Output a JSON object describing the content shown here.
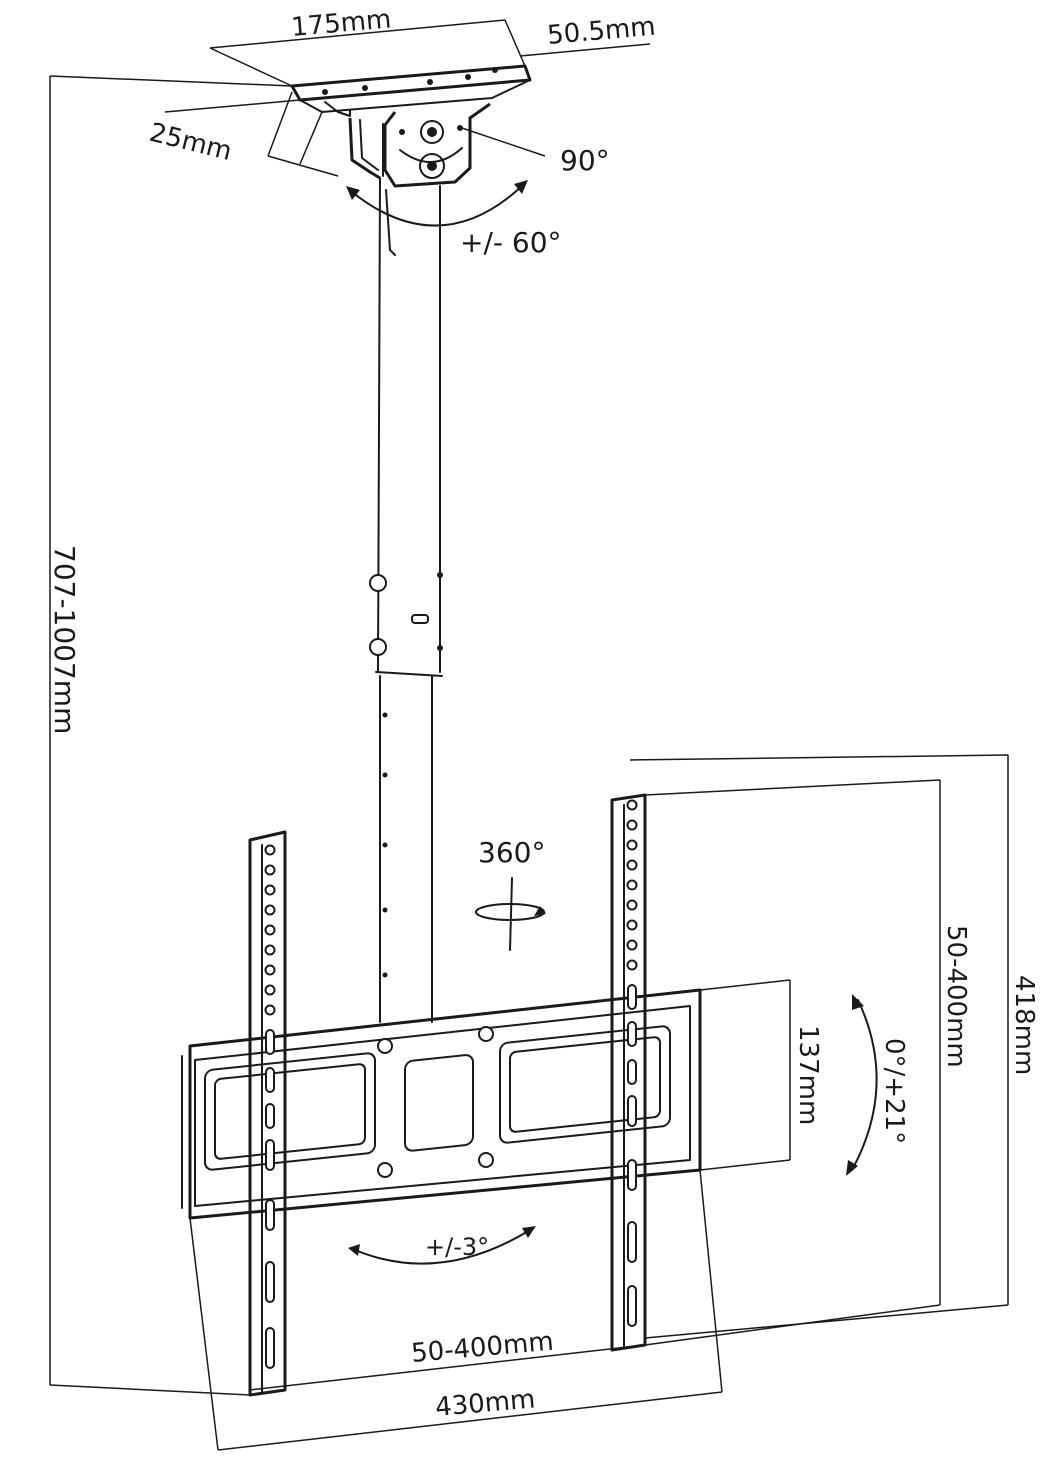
{
  "dimensions": {
    "ceiling_plate_width": "175mm",
    "ceiling_plate_depth": "50.5mm",
    "ceiling_plate_thickness": "25mm",
    "head_rotation": "90°",
    "head_swivel": "+/- 60°",
    "pole_height": "707-1007mm",
    "pole_rotation": "360°",
    "vertical_vesa": "50-400mm",
    "overall_height": "418mm",
    "bracket_height": "137mm",
    "tilt": "0°/+21°",
    "level_adjust": "+/-3°",
    "horizontal_vesa": "50-400mm",
    "overall_width": "430mm"
  }
}
